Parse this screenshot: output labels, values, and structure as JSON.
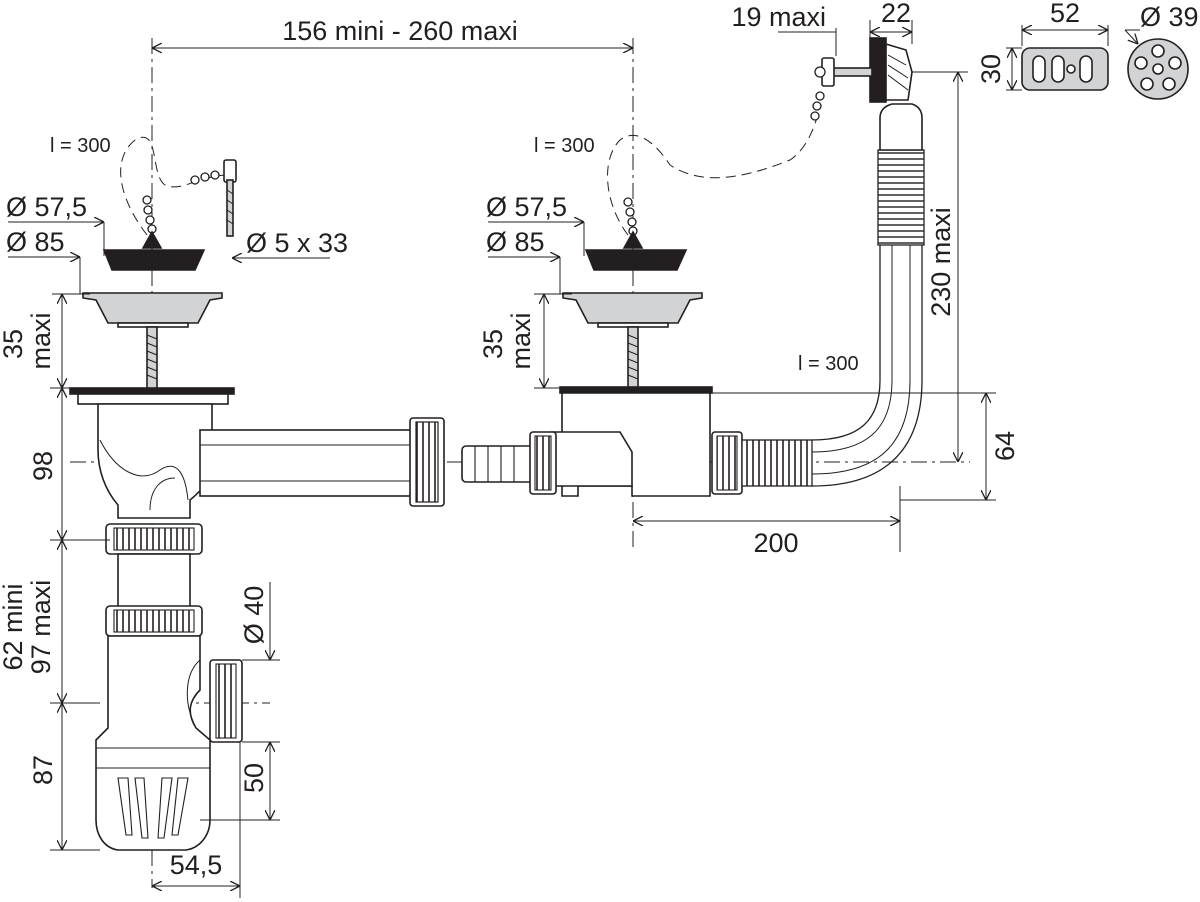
{
  "dimensions": {
    "center_distance": "156 mini - 260 maxi",
    "overflow_plate_gap": "19 maxi",
    "overflow_depth": "22",
    "grille_width": "52",
    "grille_height": "30",
    "round_grille_diameter": "Ø 39",
    "chain_length_left": "l = 300",
    "chain_length_right": "l = 300",
    "overflow_hose_length": "l = 300",
    "plug_diameter_left": "Ø 57,5",
    "basket_diameter_left": "Ø 85",
    "plug_diameter_right": "Ø 57,5",
    "basket_diameter_right": "Ø 85",
    "chain_post": "Ø 5 x 33",
    "height_left_line1": "35",
    "height_left_line2": "maxi",
    "height_right_line1": "35",
    "height_right_line2": "maxi",
    "overflow_height": "230 maxi",
    "body_height": "98",
    "drop_64": "64",
    "horizontal_200": "200",
    "tube_range_line1": "62 mini",
    "tube_range_line2": "97 maxi",
    "outlet_diameter": "Ø 40",
    "trap_height": "87",
    "outlet_height": "50",
    "outlet_offset": "54,5"
  }
}
